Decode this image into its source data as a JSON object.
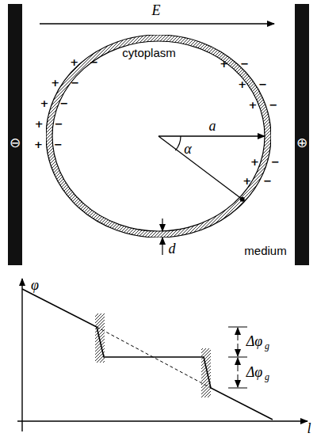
{
  "diagram": {
    "nodes": [
      {
        "text": [
          "⊖"
        ]
      },
      {
        "text": [
          "cytoplasm"
        ]
      },
      {
        "text": [
          "⊕"
        ]
      }
    ],
    "labels": [
      "E",
      "a",
      "α",
      "d",
      "medium",
      "φ",
      "l",
      "Δφ",
      "g",
      "Δφ",
      "g",
      "+",
      "−",
      "+",
      "−",
      "+",
      "−",
      "+",
      "−",
      "+",
      "−",
      "+",
      "−",
      "+",
      "−",
      "+",
      "−",
      "+",
      "−",
      "+",
      "−"
    ]
  }
}
